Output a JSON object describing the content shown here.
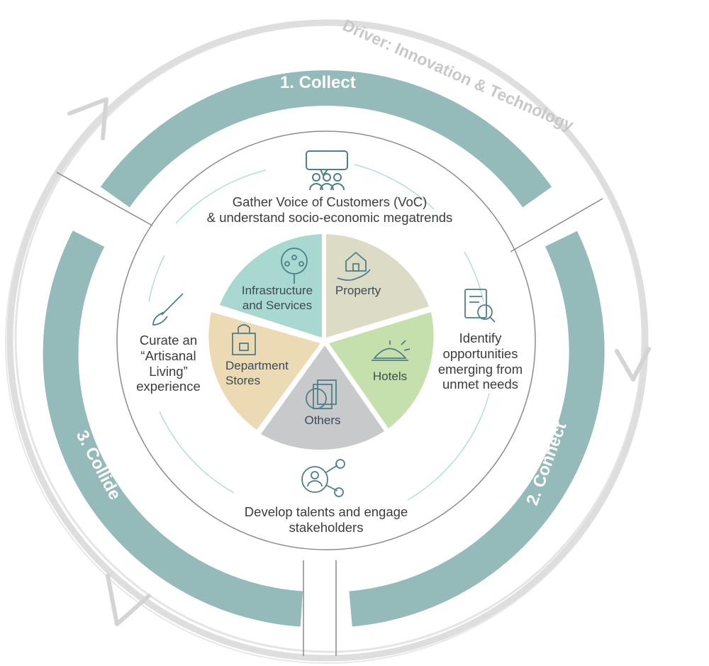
{
  "driver_label": "Driver: Innovation & Technology",
  "stages": {
    "collect": "1. Collect",
    "connect": "2. Connect",
    "collide": "3. Collide"
  },
  "activities": {
    "gather": [
      "Gather Voice of Customers (VoC)",
      "& understand socio-economic megatrends"
    ],
    "identify": [
      "Identify",
      "opportunities",
      "emerging from",
      "unmet needs"
    ],
    "develop": [
      "Develop talents and engage",
      "stakeholders"
    ],
    "curate": [
      "Curate an",
      "“Artisanal",
      "Living”",
      "experience"
    ]
  },
  "segments": {
    "infrastructure": [
      "Infrastructure",
      "and Services"
    ],
    "property": [
      "Property"
    ],
    "hotels": [
      "Hotels"
    ],
    "others": [
      "Others"
    ],
    "department": [
      "Department",
      "Stores"
    ]
  },
  "colors": {
    "ring": "#94baba",
    "driver_ring": "#dedede",
    "inner_line": "#b8dbdd",
    "infrastructure": "#a9d8d0",
    "property": "#dcdcc6",
    "hotels": "#c5e0ad",
    "others": "#c8c9cb",
    "department": "#ebdab4",
    "icon": "#4e7f86"
  }
}
